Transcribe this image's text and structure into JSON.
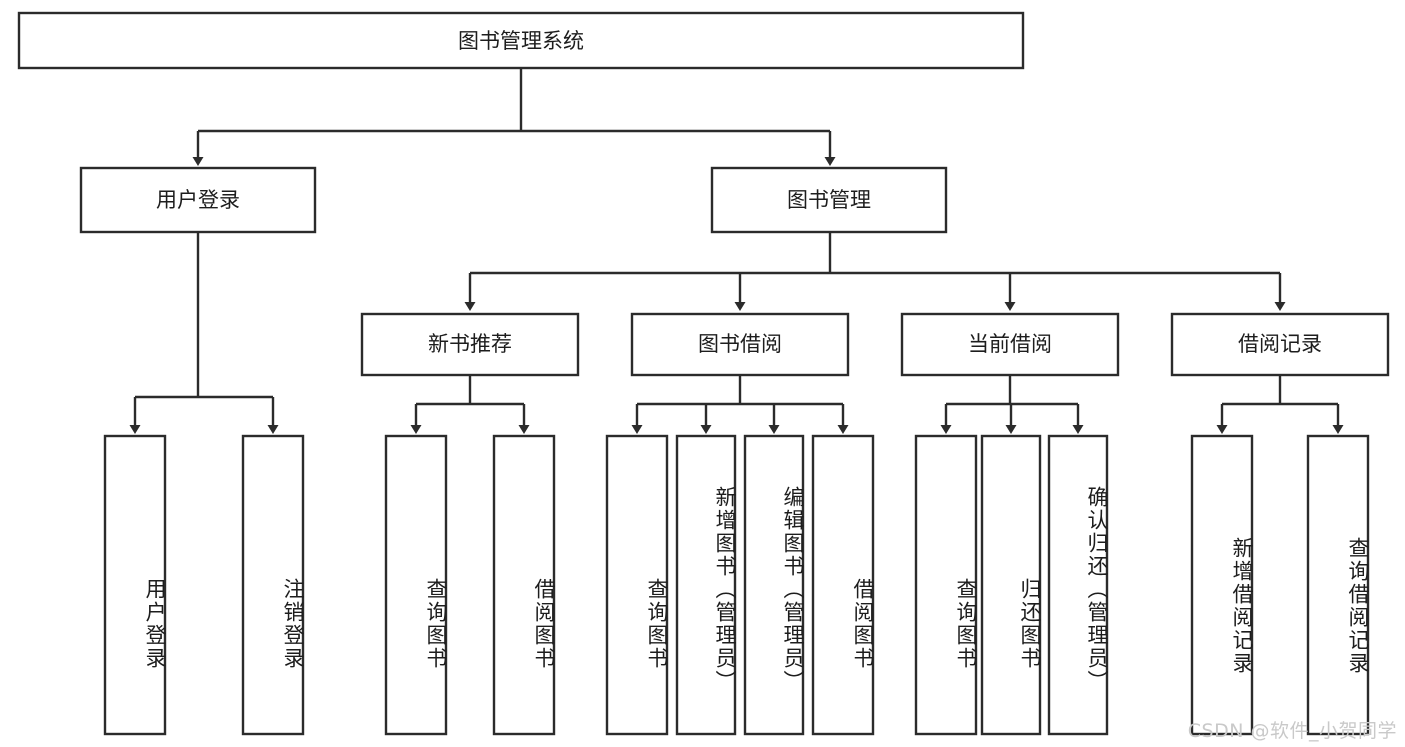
{
  "diagram": {
    "title": "图书管理系统",
    "type": "tree-hierarchy",
    "orientation": "top-down",
    "root": {
      "id": "root",
      "label": "图书管理系统",
      "text_direction": "horizontal"
    },
    "level2": [
      {
        "id": "user-login",
        "label": "用户登录",
        "text_direction": "horizontal"
      },
      {
        "id": "book-manage",
        "label": "图书管理",
        "text_direction": "horizontal"
      }
    ],
    "level3": [
      {
        "id": "new-book-rec",
        "label": "新书推荐",
        "text_direction": "horizontal",
        "parent": "book-manage"
      },
      {
        "id": "book-borrow",
        "label": "图书借阅",
        "text_direction": "horizontal",
        "parent": "book-manage"
      },
      {
        "id": "current-borrow",
        "label": "当前借阅",
        "text_direction": "horizontal",
        "parent": "book-manage"
      },
      {
        "id": "borrow-record",
        "label": "借阅记录",
        "text_direction": "horizontal",
        "parent": "book-manage"
      }
    ],
    "leaves": [
      {
        "id": "leaf-user-login",
        "label": "用户登录",
        "parent": "user-login",
        "text_direction": "vertical"
      },
      {
        "id": "leaf-logout",
        "label": "注销登录",
        "parent": "user-login",
        "text_direction": "vertical"
      },
      {
        "id": "leaf-query-book-1",
        "label": "查询图书",
        "parent": "new-book-rec",
        "text_direction": "vertical"
      },
      {
        "id": "leaf-borrow-book-1",
        "label": "借阅图书",
        "parent": "new-book-rec",
        "text_direction": "vertical"
      },
      {
        "id": "leaf-query-book-2",
        "label": "查询图书",
        "parent": "book-borrow",
        "text_direction": "vertical"
      },
      {
        "id": "leaf-add-book",
        "label": "新增图书（管理员）",
        "parent": "book-borrow",
        "text_direction": "vertical"
      },
      {
        "id": "leaf-edit-book",
        "label": "编辑图书（管理员）",
        "parent": "book-borrow",
        "text_direction": "vertical"
      },
      {
        "id": "leaf-borrow-book-2",
        "label": "借阅图书",
        "parent": "book-borrow",
        "text_direction": "vertical"
      },
      {
        "id": "leaf-query-book-3",
        "label": "查询图书",
        "parent": "current-borrow",
        "text_direction": "vertical"
      },
      {
        "id": "leaf-return-book",
        "label": "归还图书",
        "parent": "current-borrow",
        "text_direction": "vertical"
      },
      {
        "id": "leaf-confirm-return",
        "label": "确认归还（管理员）",
        "parent": "current-borrow",
        "text_direction": "vertical"
      },
      {
        "id": "leaf-add-record",
        "label": "新增借阅记录",
        "parent": "borrow-record",
        "text_direction": "vertical"
      },
      {
        "id": "leaf-query-record",
        "label": "查询借阅记录",
        "parent": "borrow-record",
        "text_direction": "vertical"
      }
    ]
  },
  "watermark": {
    "text": "CSDN @软件_小贺同学"
  },
  "colors": {
    "background": "#ffffff",
    "box_fill": "#ffffff",
    "box_stroke": "#2b2b2b",
    "text": "#1d1d1d",
    "watermark": "#c9c9c9"
  }
}
